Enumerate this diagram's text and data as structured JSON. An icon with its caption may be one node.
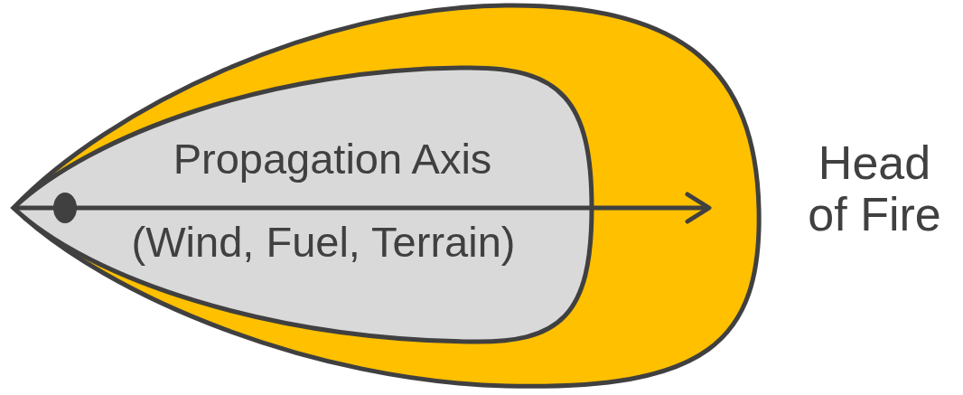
{
  "diagram": {
    "nodes": [
      {
        "text": [
          "Propagation Axis",
          "(Wind, Fuel, Terrain)"
        ]
      }
    ],
    "labels": [
      "Head of Fire"
    ]
  }
}
